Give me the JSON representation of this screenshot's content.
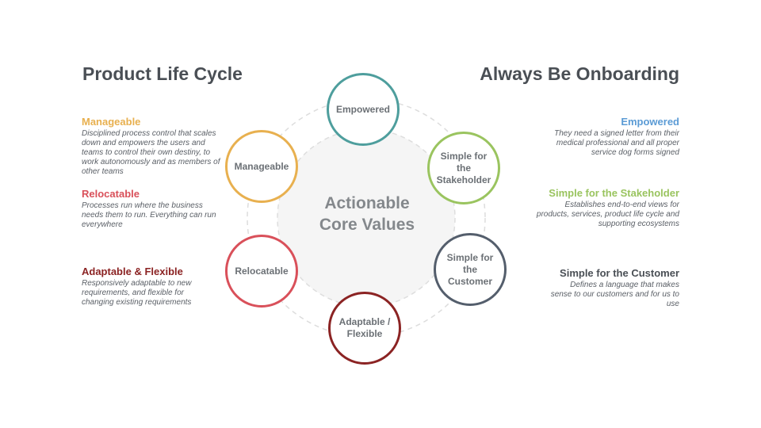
{
  "left_heading": "Product Life Cycle",
  "right_heading": "Always Be Onboarding",
  "center": {
    "line1": "Actionable",
    "line2": "Core Values"
  },
  "nodes": {
    "empowered": {
      "label": "Empowered",
      "color": "#4e9e9d"
    },
    "simple_stakeholder": {
      "label": "Simple for the Stakeholder",
      "color": "#9ac45f"
    },
    "simple_customer": {
      "label": "Simple for the Customer",
      "color": "#545e6c"
    },
    "adaptable": {
      "label": "Adaptable / Flexible",
      "color": "#8b2323"
    },
    "relocatable": {
      "label": "Relocatable",
      "color": "#d9505a"
    },
    "manageable": {
      "label": "Manageable",
      "color": "#e8b04f"
    }
  },
  "left_items": [
    {
      "title": "Manageable",
      "color": "#e8b04f",
      "desc": "Disciplined process control that scales down and empowers the users and teams to control their own destiny, to work autonomously and as members of other teams"
    },
    {
      "title": "Relocatable",
      "color": "#d9505a",
      "desc": "Processes run where the business needs them to run. Everything can run everywhere"
    },
    {
      "title": "Adaptable & Flexible",
      "color": "#8b2323",
      "desc": "Responsively adaptable to new requirements, and flexible for changing existing requirements"
    }
  ],
  "right_items": [
    {
      "title": "Empowered",
      "color": "#5b9bd5",
      "desc": "They need a signed letter from their medical professional and all proper service dog forms signed"
    },
    {
      "title": "Simple for the Stakeholder",
      "color": "#9ac45f",
      "desc": "Establishes end-to-end views for products, services, product life cycle and supporting ecosystems"
    },
    {
      "title": "Simple for the Customer",
      "color": "#4a4f55",
      "desc": "Defines a language that makes sense to our customers and for us to use"
    }
  ]
}
